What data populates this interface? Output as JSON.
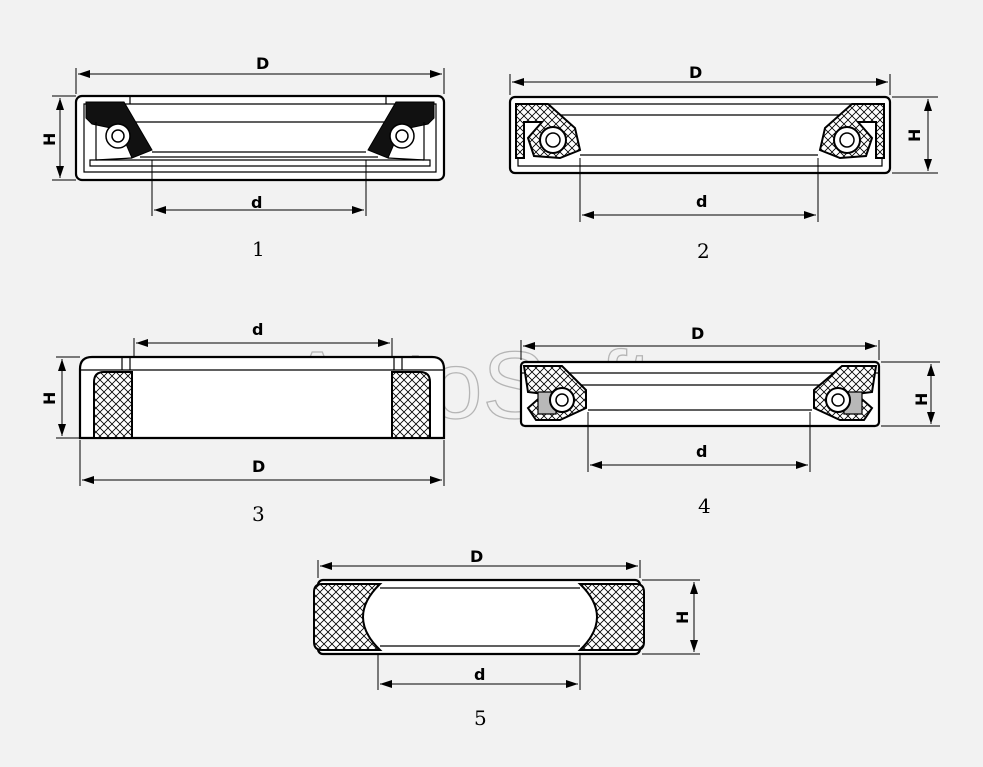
{
  "colors": {
    "background": "#f2f2f2",
    "line": "#000000",
    "watermark": "#b5b5b5"
  },
  "watermark": "AutoSoft",
  "seals": [
    {
      "number": "1",
      "outer_label": "D",
      "inner_label": "d",
      "height_label": "H"
    },
    {
      "number": "2",
      "outer_label": "D",
      "inner_label": "d",
      "height_label": "H"
    },
    {
      "number": "3",
      "outer_label": "D",
      "inner_label": "d",
      "height_label": "H"
    },
    {
      "number": "4",
      "outer_label": "D",
      "inner_label": "d",
      "height_label": "H"
    },
    {
      "number": "5",
      "outer_label": "D",
      "inner_label": "d",
      "height_label": "H"
    }
  ]
}
